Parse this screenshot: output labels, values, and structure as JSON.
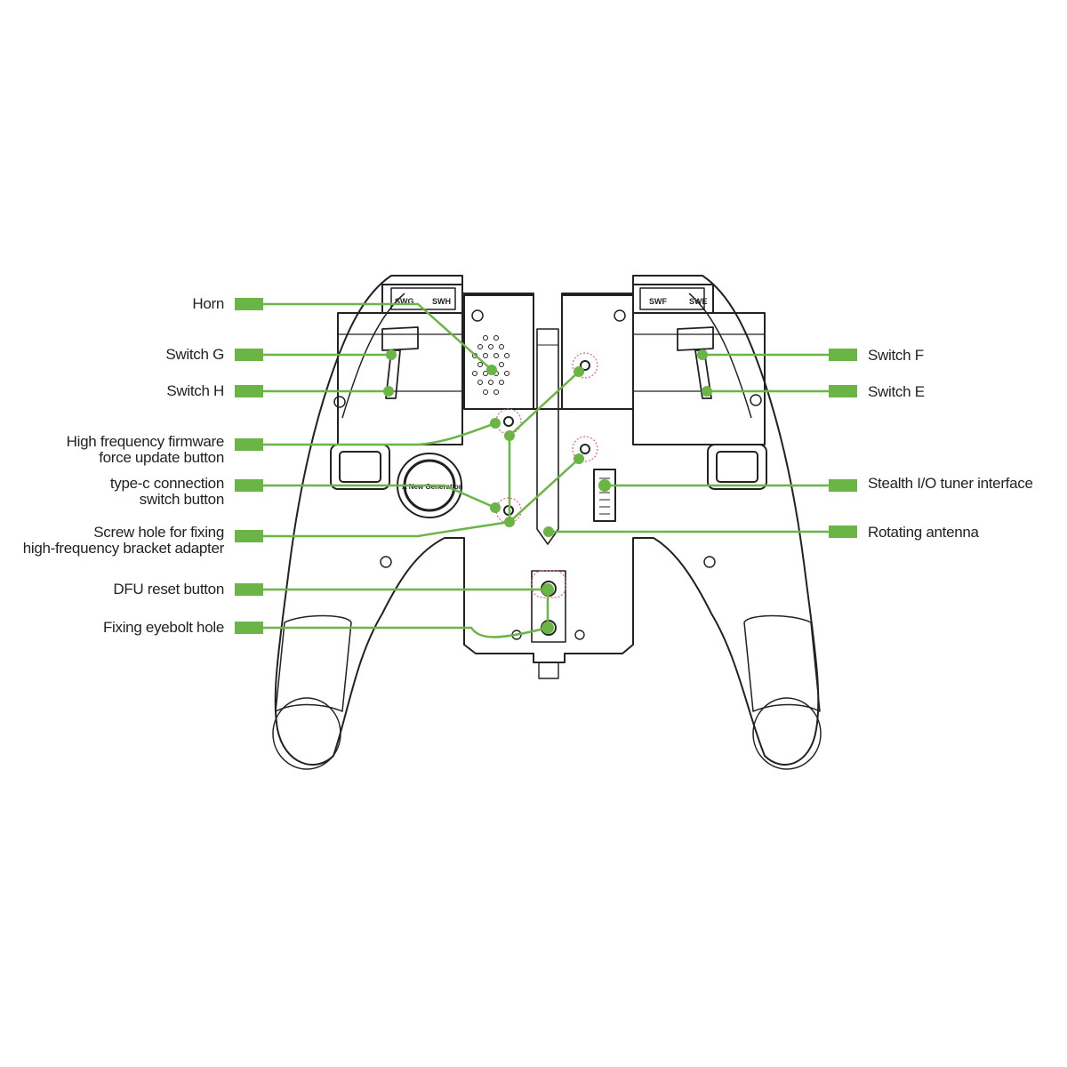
{
  "title": "Remote controller back-side callout diagram",
  "accent_color": "#6ab545",
  "marker_color": "#e0607a",
  "left_labels": [
    {
      "id": "horn",
      "lines": [
        "Horn"
      ]
    },
    {
      "id": "switch-g",
      "lines": [
        "Switch G"
      ]
    },
    {
      "id": "switch-h",
      "lines": [
        "Switch H"
      ]
    },
    {
      "id": "hf-firmware",
      "lines": [
        "High frequency firmware",
        "force update button"
      ]
    },
    {
      "id": "type-c",
      "lines": [
        "type-c connection",
        "switch button"
      ]
    },
    {
      "id": "screw-hole",
      "lines": [
        "Screw hole for fixing",
        "high-frequency bracket adapter"
      ]
    },
    {
      "id": "dfu",
      "lines": [
        "DFU reset button"
      ]
    },
    {
      "id": "eyebolt",
      "lines": [
        "Fixing eyebolt hole"
      ]
    }
  ],
  "right_labels": [
    {
      "id": "switch-f",
      "lines": [
        "Switch F"
      ]
    },
    {
      "id": "switch-e",
      "lines": [
        "Switch E"
      ]
    },
    {
      "id": "stealth",
      "lines": [
        "Stealth I/O tuner interface"
      ]
    },
    {
      "id": "antenna",
      "lines": [
        "Rotating antenna"
      ]
    }
  ],
  "device_marks": {
    "swg": "SWG",
    "swh": "SWH",
    "swf": "SWF",
    "swe": "SWE",
    "badge": "A New Generation"
  }
}
